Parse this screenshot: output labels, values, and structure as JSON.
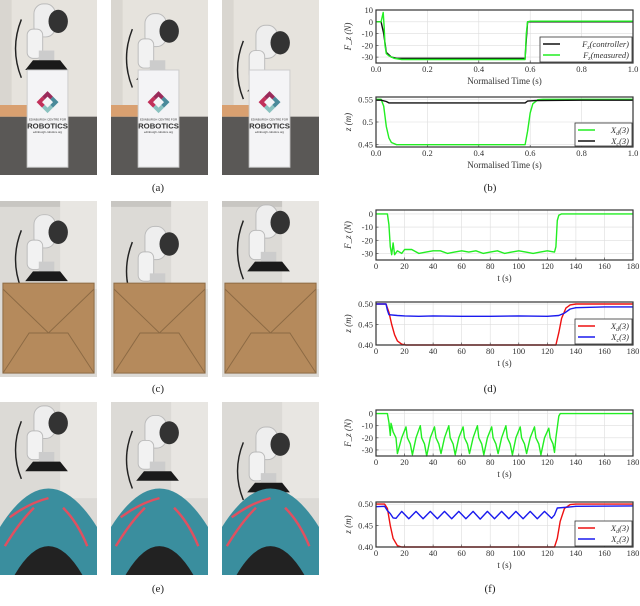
{
  "captions": {
    "a": "(a)",
    "b": "(b)",
    "c": "(c)",
    "d": "(d)",
    "e": "(e)",
    "f": "(f)"
  },
  "photos": {
    "row_a_logo_text": "ROBOTICS",
    "row_a_logo_small_top": "EDINBURGH CENTRE FOR",
    "row_a_logo_small_bottom": "edinburgh-robotics.org"
  },
  "colors": {
    "green": "#22ee22",
    "black": "#111111",
    "red": "#ee1111",
    "blue": "#1a1aee",
    "grid": "#dddddd"
  },
  "chart_data": [
    {
      "type": "line",
      "panel": "b-top",
      "xlabel": "Normalised Time (s)",
      "ylabel": "F_z (N)",
      "xlim": [
        0,
        1
      ],
      "ylim": [
        -35,
        10
      ],
      "xticks": [
        0,
        0.2,
        0.4,
        0.6,
        0.8,
        1
      ],
      "xticklabels": [
        "0.0",
        "0.2",
        "0.4",
        "0.6",
        "0.8",
        "1.0"
      ],
      "yticks": [
        10,
        0,
        -10,
        -20,
        -30
      ],
      "yticklabels": [
        "10",
        "0",
        "-10",
        "-20",
        "-30"
      ],
      "grid": true,
      "legend": "bottom-right",
      "series": [
        {
          "name": "F_z(controller)",
          "color": "#111111",
          "x": [
            0,
            0.02,
            0.03,
            0.04,
            0.06,
            0.08,
            0.58,
            0.585,
            0.59,
            1
          ],
          "y": [
            0,
            0,
            -10,
            -26,
            -30,
            -31,
            -31,
            -15,
            0,
            0
          ]
        },
        {
          "name": "F_z(measured)",
          "color": "#22ee22",
          "x": [
            0,
            0.02,
            0.028,
            0.032,
            0.035,
            0.04,
            0.05,
            0.07,
            0.1,
            0.58,
            0.585,
            0.59,
            0.6,
            1
          ],
          "y": [
            0,
            0,
            8,
            -5,
            -20,
            -27,
            -29,
            -31,
            -32,
            -32,
            -10,
            0,
            0.5,
            0.5
          ]
        }
      ]
    },
    {
      "type": "line",
      "panel": "b-bottom",
      "xlabel": "Normalised Time (s)",
      "ylabel": "z (m)",
      "xlim": [
        0,
        1
      ],
      "ylim": [
        0.445,
        0.555
      ],
      "xticks": [
        0,
        0.2,
        0.4,
        0.6,
        0.8,
        1
      ],
      "xticklabels": [
        "0.0",
        "0.2",
        "0.4",
        "0.6",
        "0.8",
        "1.0"
      ],
      "yticks": [
        0.45,
        0.5,
        0.55
      ],
      "yticklabels": [
        "0.45",
        "0.5",
        "0.55"
      ],
      "grid": true,
      "legend": "bottom-right",
      "series": [
        {
          "name": "X_d(3)",
          "color": "#22ee22",
          "x": [
            0,
            0.02,
            0.03,
            0.04,
            0.05,
            0.06,
            0.08,
            0.58,
            0.59,
            0.6,
            0.61,
            0.63,
            0.65,
            1
          ],
          "y": [
            0.55,
            0.55,
            0.535,
            0.49,
            0.465,
            0.455,
            0.45,
            0.45,
            0.48,
            0.52,
            0.54,
            0.549,
            0.55,
            0.55
          ]
        },
        {
          "name": "X_c(3)",
          "color": "#111111",
          "x": [
            0,
            0.02,
            0.04,
            0.05,
            0.58,
            0.59,
            0.62,
            0.8,
            1
          ],
          "y": [
            0.548,
            0.548,
            0.545,
            0.542,
            0.542,
            0.546,
            0.547,
            0.548,
            0.548
          ]
        }
      ]
    },
    {
      "type": "line",
      "panel": "d-top",
      "xlabel": "t (s)",
      "ylabel": "F_z (N)",
      "xlim": [
        0,
        180
      ],
      "ylim": [
        -35,
        3
      ],
      "xticks": [
        0,
        20,
        40,
        60,
        80,
        100,
        120,
        140,
        160,
        180
      ],
      "xticklabels": [
        "0",
        "20",
        "40",
        "60",
        "80",
        "100",
        "120",
        "140",
        "160",
        "180"
      ],
      "yticks": [
        0,
        -10,
        -20,
        -30
      ],
      "yticklabels": [
        "0",
        "-10",
        "-20",
        "-30"
      ],
      "grid": true,
      "series": [
        {
          "color": "#22ee22",
          "x": [
            0,
            8,
            9,
            10,
            11,
            12,
            13,
            15,
            18,
            20,
            25,
            30,
            35,
            40,
            45,
            50,
            55,
            60,
            65,
            70,
            75,
            80,
            85,
            90,
            95,
            100,
            105,
            110,
            115,
            120,
            125,
            126,
            127,
            128,
            130,
            180
          ],
          "y": [
            0,
            0,
            -8,
            -25,
            -31,
            -22,
            -31,
            -28,
            -30,
            -27,
            -27,
            -30,
            -29,
            -28,
            -28,
            -30,
            -29,
            -28,
            -29,
            -28,
            -30,
            -29,
            -28,
            -30,
            -29,
            -28,
            -29,
            -30,
            -29,
            -28,
            -29,
            -25,
            -5,
            -1,
            0,
            0
          ]
        }
      ]
    },
    {
      "type": "line",
      "panel": "d-bottom",
      "xlabel": "t (s)",
      "ylabel": "z (m)",
      "xlim": [
        0,
        180
      ],
      "ylim": [
        0.4,
        0.505
      ],
      "xticks": [
        0,
        20,
        40,
        60,
        80,
        100,
        120,
        140,
        160,
        180
      ],
      "xticklabels": [
        "0",
        "20",
        "40",
        "60",
        "80",
        "100",
        "120",
        "140",
        "160",
        "180"
      ],
      "yticks": [
        0.5,
        0.45,
        0.4
      ],
      "yticklabels": [
        "0.50",
        "0.45",
        "0.40"
      ],
      "grid": true,
      "legend": "bottom-right",
      "series": [
        {
          "name": "X_d(3)",
          "color": "#ee1111",
          "x": [
            0,
            7,
            9,
            11,
            13,
            15,
            18,
            21,
            126,
            128,
            130,
            133,
            136,
            140,
            180
          ],
          "y": [
            0.5,
            0.5,
            0.48,
            0.45,
            0.425,
            0.41,
            0.402,
            0.4,
            0.4,
            0.43,
            0.465,
            0.49,
            0.498,
            0.5,
            0.5
          ]
        },
        {
          "name": "X_c(3)",
          "color": "#1a1aee",
          "x": [
            0,
            7,
            8,
            9,
            15,
            20,
            30,
            40,
            60,
            80,
            100,
            120,
            128,
            132,
            136,
            140,
            160,
            180
          ],
          "y": [
            0.5,
            0.5,
            0.485,
            0.474,
            0.472,
            0.471,
            0.47,
            0.471,
            0.47,
            0.47,
            0.471,
            0.47,
            0.472,
            0.478,
            0.488,
            0.491,
            0.493,
            0.493
          ]
        }
      ]
    },
    {
      "type": "line",
      "panel": "f-top",
      "xlabel": "t (s)",
      "ylabel": "F_z (N)",
      "xlim": [
        0,
        180
      ],
      "ylim": [
        -35,
        3
      ],
      "xticks": [
        0,
        20,
        40,
        60,
        80,
        100,
        120,
        140,
        160,
        180
      ],
      "xticklabels": [
        "0",
        "20",
        "40",
        "60",
        "80",
        "100",
        "120",
        "140",
        "160",
        "180"
      ],
      "yticks": [
        0,
        -10,
        -20,
        -30
      ],
      "yticklabels": [
        "0",
        "-10",
        "-20",
        "-30"
      ],
      "grid": true,
      "series": [
        {
          "color": "#22ee22",
          "x": [
            0,
            8,
            9,
            10,
            10.5,
            11,
            12,
            14,
            15,
            18,
            21,
            22,
            24,
            25.5,
            28,
            31,
            32,
            34,
            35.5,
            38,
            41,
            42,
            44,
            45.5,
            48,
            51,
            52,
            54,
            55.5,
            58,
            61,
            62,
            64,
            65.5,
            68,
            71,
            72,
            74,
            75.5,
            78,
            81,
            82,
            84,
            85.5,
            88,
            91,
            92,
            94,
            95.5,
            98,
            101,
            102,
            104,
            105.5,
            108,
            111,
            112,
            114,
            115.5,
            118,
            121,
            122,
            124,
            125,
            126,
            128,
            129,
            180
          ],
          "y": [
            0,
            0,
            -7,
            -18,
            -8,
            -10,
            -15,
            -20,
            -33,
            -20,
            -11,
            -20,
            -25,
            -34,
            -20,
            -10,
            -20,
            -25,
            -35,
            -20,
            -11,
            -20,
            -25,
            -33,
            -20,
            -10,
            -20,
            -25,
            -34,
            -20,
            -11,
            -20,
            -25,
            -33,
            -20,
            -10,
            -20,
            -25,
            -34,
            -20,
            -11,
            -20,
            -25,
            -33,
            -20,
            -10,
            -20,
            -25,
            -34,
            -20,
            -11,
            -20,
            -25,
            -33,
            -20,
            -11,
            -20,
            -25,
            -34,
            -20,
            -12,
            -20,
            -25,
            -32,
            -20,
            -2,
            0,
            0
          ]
        }
      ]
    },
    {
      "type": "line",
      "panel": "f-bottom",
      "xlabel": "t (s)",
      "ylabel": "z (m)",
      "xlim": [
        0,
        180
      ],
      "ylim": [
        0.4,
        0.505
      ],
      "xticks": [
        0,
        20,
        40,
        60,
        80,
        100,
        120,
        140,
        160,
        180
      ],
      "xticklabels": [
        "0",
        "20",
        "40",
        "60",
        "80",
        "100",
        "120",
        "140",
        "160",
        "180"
      ],
      "yticks": [
        0.5,
        0.45,
        0.4
      ],
      "yticklabels": [
        "0.50",
        "0.45",
        "0.40"
      ],
      "grid": true,
      "legend": "bottom-right",
      "series": [
        {
          "name": "X_d(3)",
          "color": "#ee1111",
          "x": [
            0,
            6,
            8,
            10,
            12,
            15,
            18,
            125,
            127,
            129,
            132,
            136,
            140,
            180
          ],
          "y": [
            0.5,
            0.5,
            0.49,
            0.45,
            0.42,
            0.403,
            0.4,
            0.4,
            0.42,
            0.46,
            0.49,
            0.499,
            0.5,
            0.5
          ]
        },
        {
          "name": "X_c(3)",
          "color": "#1a1aee",
          "x": [
            0,
            6,
            8,
            10,
            12,
            14,
            18,
            23,
            28,
            33,
            38,
            43,
            48,
            53,
            58,
            63,
            68,
            73,
            78,
            83,
            88,
            93,
            98,
            103,
            108,
            113,
            118,
            123,
            125,
            127,
            135,
            140,
            180
          ],
          "y": [
            0.494,
            0.495,
            0.485,
            0.478,
            0.468,
            0.467,
            0.483,
            0.466,
            0.483,
            0.466,
            0.483,
            0.466,
            0.483,
            0.466,
            0.483,
            0.466,
            0.483,
            0.465,
            0.483,
            0.466,
            0.483,
            0.466,
            0.483,
            0.466,
            0.483,
            0.466,
            0.483,
            0.467,
            0.475,
            0.491,
            0.493,
            0.495,
            0.496
          ]
        }
      ]
    }
  ]
}
